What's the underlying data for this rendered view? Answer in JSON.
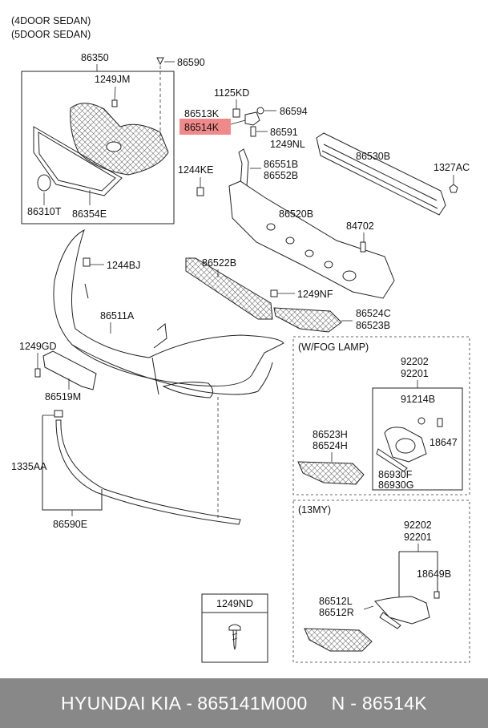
{
  "header": {
    "variant_1": "(4DOOR SEDAN)",
    "variant_2": "(5DOOR SEDAN)"
  },
  "highlight_color": "#f08a8a",
  "labels": {
    "p86350": "86350",
    "p86590": "86590",
    "p1249JM": "1249JM",
    "p1125KD": "1125KD",
    "p86513K": "86513K",
    "p86514K": "86514K",
    "p86594": "86594",
    "p86591": "86591",
    "p1249NL": "1249NL",
    "p86530B": "86530B",
    "p1327AC": "1327AC",
    "p1244KE": "1244KE",
    "p86551B": "86551B",
    "p86552B": "86552B",
    "p86310T": "86310T",
    "p86354E": "86354E",
    "p86520B": "86520B",
    "p84702": "84702",
    "p1244BJ": "1244BJ",
    "p86522B": "86522B",
    "p1249NF": "1249NF",
    "p86511A": "86511A",
    "p86524C": "86524C",
    "p86523B": "86523B",
    "p1249GD": "1249GD",
    "p86519M": "86519M",
    "p1335AA": "1335AA",
    "p86590E": "86590E",
    "p1249ND": "1249ND"
  },
  "fog_lamp_box": {
    "title": "(W/FOG LAMP)",
    "p92202": "92202",
    "p92201": "92201",
    "p91214B": "91214B",
    "p18647": "18647",
    "p86523H": "86523H",
    "p86524H": "86524H",
    "p86930F": "86930F",
    "p86930G": "86930G"
  },
  "my13_box": {
    "title": "(13MY)",
    "p92202": "92202",
    "p92201": "92201",
    "p18649B": "18649B",
    "p86512L": "86512L",
    "p86512R": "86512R"
  },
  "footer": {
    "brand": "HYUNDAI  KIA",
    "separator": "-",
    "part_number": "865141M000",
    "ref": "N - 86514K"
  }
}
